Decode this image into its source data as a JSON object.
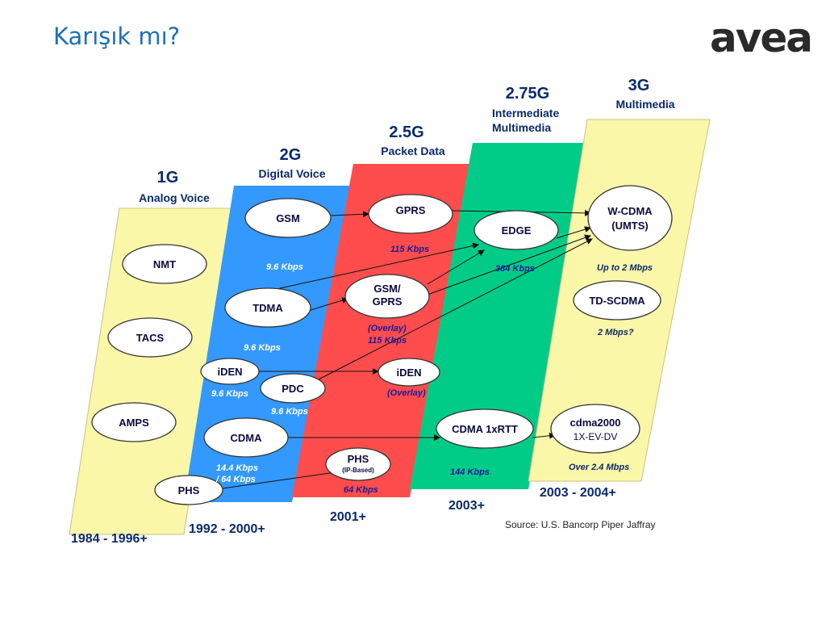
{
  "slide": {
    "title": "Karışık mı?",
    "logo": "avea"
  },
  "generations": [
    {
      "title": "1G",
      "subtitle": "Analog Voice",
      "dates": "1984 - 1996+",
      "color": "#fbf7a8"
    },
    {
      "title": "2G",
      "subtitle": "Digital Voice",
      "dates": "1992 - 2000+",
      "color": "#3399ff"
    },
    {
      "title": "2.5G",
      "subtitle": "Packet Data",
      "dates": "2001+",
      "color": "#ff4d4d"
    },
    {
      "title": "2.75G",
      "subtitle_line1": "Intermediate",
      "subtitle_line2": "Multimedia",
      "dates": "2003+",
      "color": "#00cc88"
    },
    {
      "title": "3G",
      "subtitle": "Multimedia",
      "dates": "2003 - 2004+",
      "color": "#fbf7a8"
    }
  ],
  "technologies": {
    "nmt": "NMT",
    "tacs": "TACS",
    "amps": "AMPS",
    "gsm": "GSM",
    "tdma": "TDMA",
    "iden_2g": "iDEN",
    "pdc": "PDC",
    "cdma": "CDMA",
    "phs_2g": "PHS",
    "gprs": "GPRS",
    "gsm_gprs_1": "GSM/",
    "gsm_gprs_2": "GPRS",
    "iden_25g": "iDEN",
    "phs_25g": "PHS",
    "phs_25g_sub": "(IP-Based)",
    "edge": "EDGE",
    "cdma1x": "CDMA 1xRTT",
    "wcdma_1": "W-CDMA",
    "wcdma_2": "(UMTS)",
    "tdscdma": "TD-SCDMA",
    "cdma2000": "cdma2000",
    "cdma2000_sub": "1X-EV-DV"
  },
  "speeds": {
    "gsm": "9.6 Kbps",
    "tdma": "9.6 Kbps",
    "iden": "9.6 Kbps",
    "pdc": "9.6 Kbps",
    "cdma_1": "14.4 Kbps",
    "cdma_2": "/ 64 Kbps",
    "gprs": "115 Kbps",
    "gsm_gprs_1": "(Overlay)",
    "gsm_gprs_2": "115 Kbps",
    "iden_overlay": "(Overlay)",
    "phs": "64 Kbps",
    "edge": "384 Kbps",
    "cdma1x": "144 Kbps",
    "wcdma": "Up to 2 Mbps",
    "tdscdma": "2 Mbps?",
    "cdma2000": "Over 2.4 Mbps"
  },
  "source": "Source: U.S. Bancorp Piper Jaffray"
}
